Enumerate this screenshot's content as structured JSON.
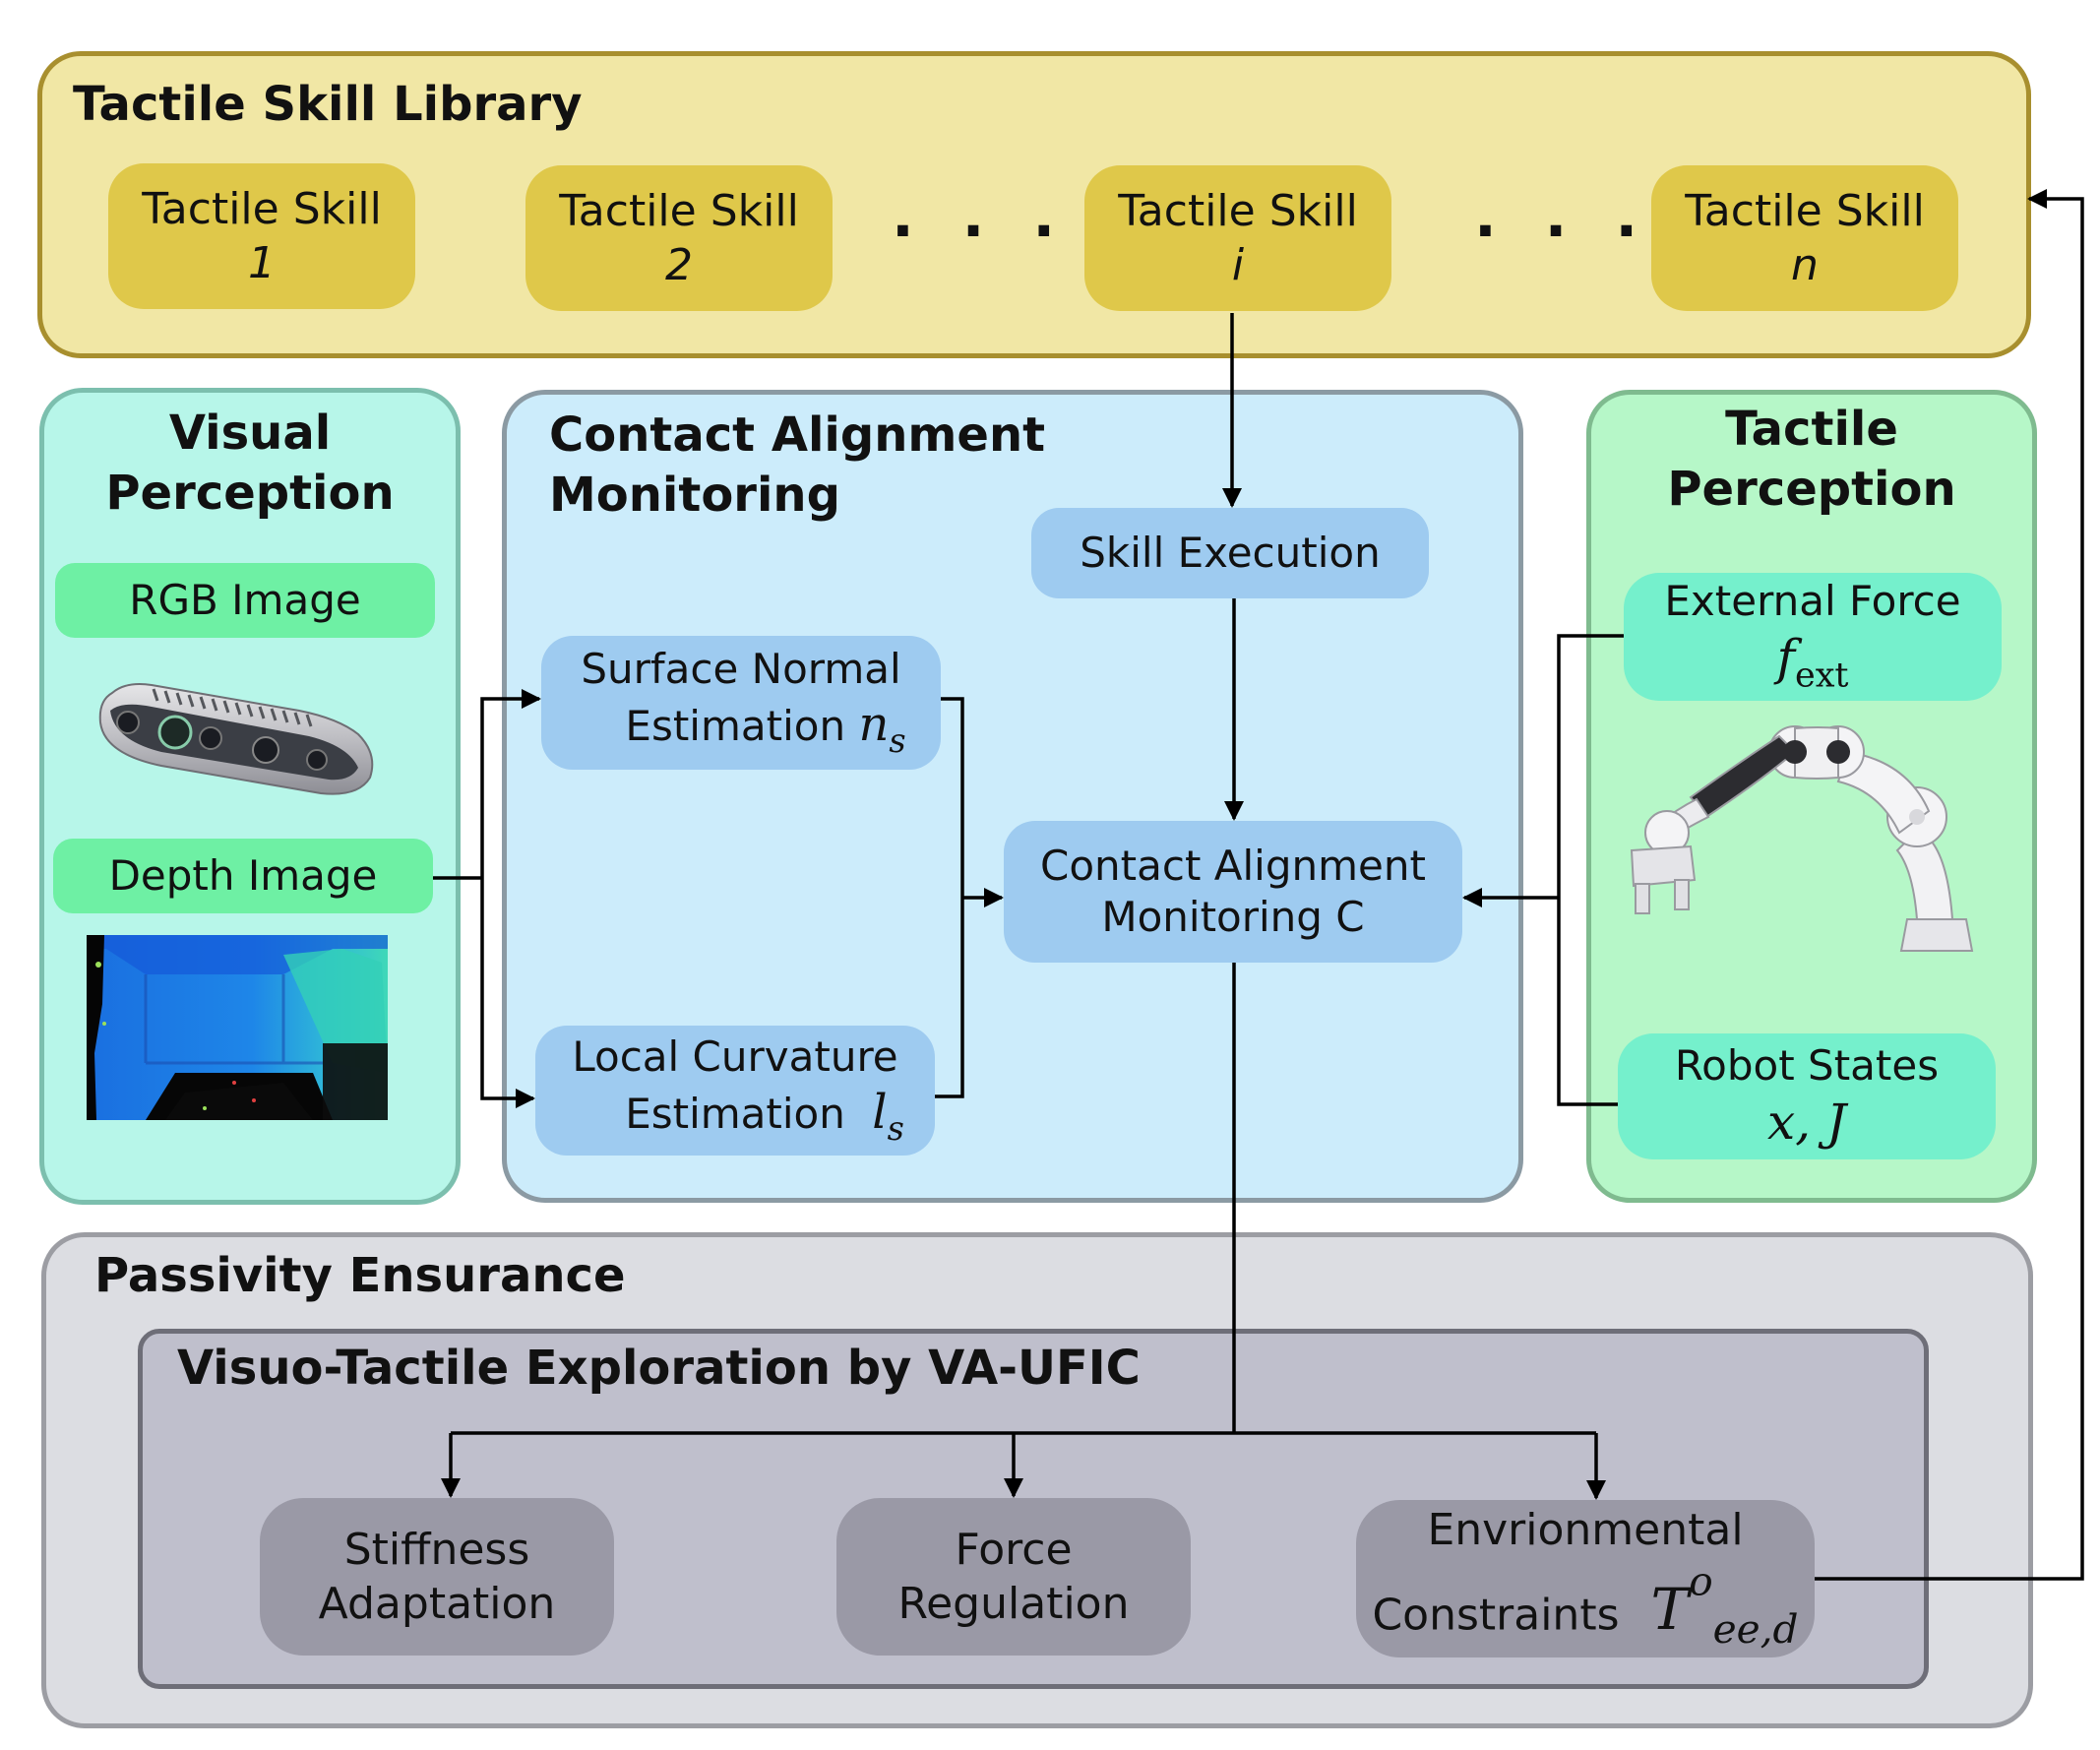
{
  "library": {
    "title": "Tactile Skill Library",
    "skills": [
      {
        "label": "Tactile Skill",
        "index": "1"
      },
      {
        "label": "Tactile Skill",
        "index": "2"
      },
      {
        "label": "Tactile Skill",
        "index": "i"
      },
      {
        "label": "Tactile Skill",
        "index": "n"
      }
    ],
    "ellipsis": "· · ·"
  },
  "visual": {
    "title_line1": "Visual",
    "title_line2": "Perception",
    "rgb_label": "RGB Image",
    "depth_label": "Depth Image"
  },
  "monitoring": {
    "title_line1": "Contact Alignment",
    "title_line2": "Monitoring",
    "skill_execution": "Skill Execution",
    "surface_line1": "Surface Normal",
    "surface_line2": "Estimation",
    "surface_symbol": "n",
    "surface_sub": "s",
    "curvature_line1": "Local Curvature",
    "curvature_line2": "Estimation",
    "curvature_symbol": "l",
    "curvature_sub": "s",
    "cam_line1": "Contact Alignment",
    "cam_line2": "Monitoring C"
  },
  "tactile": {
    "title_line1": "Tactile",
    "title_line2": "Perception",
    "force_label": "External Force",
    "force_symbol": "f",
    "force_sub": "ext",
    "states_label": "Robot States",
    "states_symbol": "x, J"
  },
  "passivity": {
    "title": "Passivity Ensurance",
    "exploration_title": "Visuo-Tactile Exploration by VA-UFIC",
    "stiffness_line1": "Stiffness",
    "stiffness_line2": "Adaptation",
    "force_line1": "Force",
    "force_line2": "Regulation",
    "env_line1": "Envrionmental",
    "env_line2": "Constraints",
    "env_symbol": "T",
    "env_sup": "o",
    "env_sub": "ee,d"
  },
  "colors": {
    "library_bg": "#f1e7a5",
    "library_border": "#a88f2e",
    "skill_bg": "#dfc84a",
    "visual_bg": "#b7f6e9",
    "visual_border": "#7cbfae",
    "visual_node": "#6ef0a4",
    "monitor_bg": "#ccecfb",
    "monitor_border": "#8b9aa3",
    "monitor_node": "#9ecbf0",
    "tactile_bg": "#b6f7c8",
    "tactile_border": "#7fbb8f",
    "tactile_node": "#75f0cc",
    "passivity_bg": "#dcdde2",
    "passivity_border": "#9c9da3",
    "exploration_bg": "#bfbfcc",
    "exploration_border": "#6e6e78",
    "exploration_node": "#9a99a6"
  }
}
